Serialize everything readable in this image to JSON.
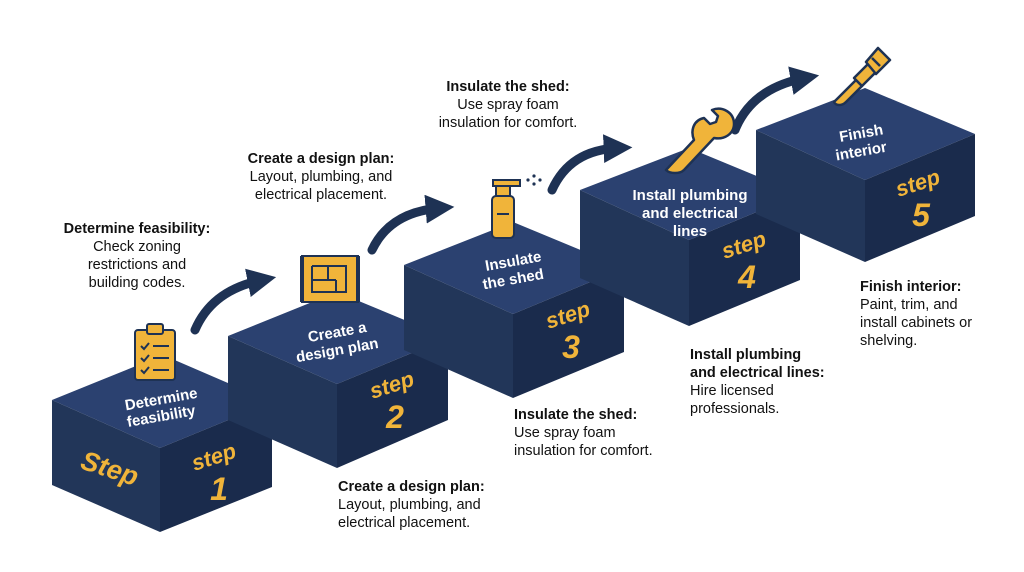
{
  "colors": {
    "cube_top": "#2b4170",
    "cube_left": "#223659",
    "cube_right": "#1a2b4c",
    "accent": "#f0b43a",
    "top_text": "#ffffff",
    "arrow": "#1e3254"
  },
  "steps": [
    {
      "top_label": [
        "Determine",
        "feasibility"
      ],
      "side_word": "Step",
      "step_word": "step",
      "number": "1",
      "icon": "clipboard-checklist-icon"
    },
    {
      "top_label": [
        "Create a",
        "design plan"
      ],
      "step_word": "step",
      "number": "2",
      "icon": "blueprint-icon"
    },
    {
      "top_label": [
        "Insulate",
        "the shed"
      ],
      "step_word": "step",
      "number": "3",
      "icon": "spray-bottle-icon"
    },
    {
      "top_label": [
        "Install plumbing",
        "and electrical",
        "lines"
      ],
      "step_word": "step",
      "number": "4",
      "icon": "wrench-icon"
    },
    {
      "top_label": [
        "Finish",
        "interior"
      ],
      "step_word": "step",
      "number": "5",
      "icon": "paintbrush-icon"
    }
  ],
  "captions": {
    "c1": {
      "title": "Determine feasibility:",
      "lines": [
        "Check zoning",
        "restrictions and",
        "building codes."
      ]
    },
    "c2_above": {
      "title": "Create a design plan:",
      "lines": [
        "Layout, plumbing, and",
        "electrical placement."
      ]
    },
    "c3_above": {
      "title": "Insulate the shed:",
      "lines": [
        "Use spray foam",
        "insulation for comfort."
      ]
    },
    "c2_below": {
      "title": "Create a design plan:",
      "lines": [
        "Layout, plumbing, and",
        "electrical placement."
      ]
    },
    "c3_below": {
      "title": "Insulate the shed:",
      "lines": [
        "Use spray foam",
        "insulation for comfort."
      ]
    },
    "c4": {
      "title_lines": [
        "Install plumbing",
        "and electrical lines:"
      ],
      "lines": [
        "Hire licensed",
        "professionals."
      ]
    },
    "c5": {
      "title": "Finish interior:",
      "lines": [
        "Paint, trim, and",
        "install cabinets or",
        "shelving."
      ]
    }
  }
}
